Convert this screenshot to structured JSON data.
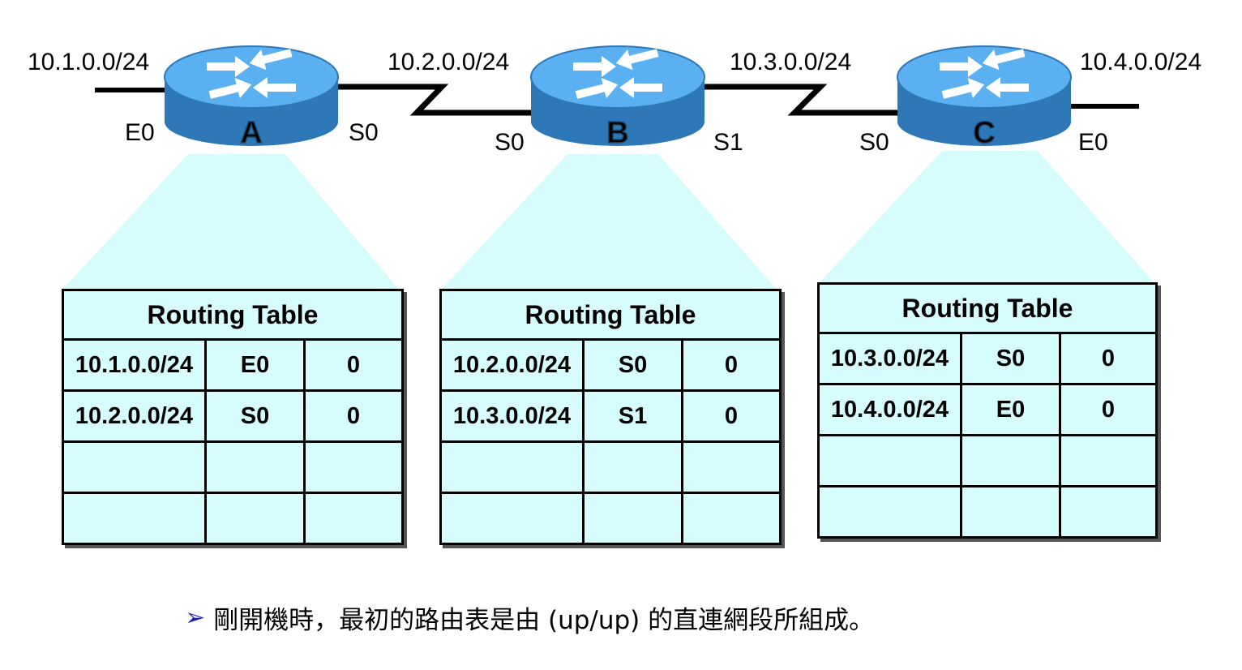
{
  "networks": {
    "net1": "10.1.0.0/24",
    "net2": "10.2.0.0/24",
    "net3": "10.3.0.0/24",
    "net4": "10.4.0.0/24"
  },
  "routers": [
    {
      "label": "A",
      "left_port": "E0",
      "right_port": "S0"
    },
    {
      "label": "B",
      "left_port": "S0",
      "right_port": "S1"
    },
    {
      "label": "C",
      "left_port": "S0",
      "right_port": "E0"
    }
  ],
  "tables": [
    {
      "title": "Routing Table",
      "rows": [
        [
          "10.1.0.0/24",
          "E0",
          "0"
        ],
        [
          "10.2.0.0/24",
          "S0",
          "0"
        ],
        [
          "",
          "",
          ""
        ],
        [
          "",
          "",
          ""
        ]
      ]
    },
    {
      "title": "Routing Table",
      "rows": [
        [
          "10.2.0.0/24",
          "S0",
          "0"
        ],
        [
          "10.3.0.0/24",
          "S1",
          "0"
        ],
        [
          "",
          "",
          ""
        ],
        [
          "",
          "",
          ""
        ]
      ]
    },
    {
      "title": "Routing Table",
      "rows": [
        [
          "10.3.0.0/24",
          "S0",
          "0"
        ],
        [
          "10.4.0.0/24",
          "E0",
          "0"
        ],
        [
          "",
          "",
          ""
        ],
        [
          "",
          "",
          ""
        ]
      ]
    }
  ],
  "caption": {
    "bullet": "➢",
    "text": "剛開機時，最初的路由表是由 (up/up) 的直連網段所組成。"
  },
  "colors": {
    "router_top": "#5ab0f0",
    "router_side": "#2f78b8",
    "beam": "#d6fcfe",
    "table_fill": "#d6fcfe",
    "bullet": "#1f1fb8"
  }
}
